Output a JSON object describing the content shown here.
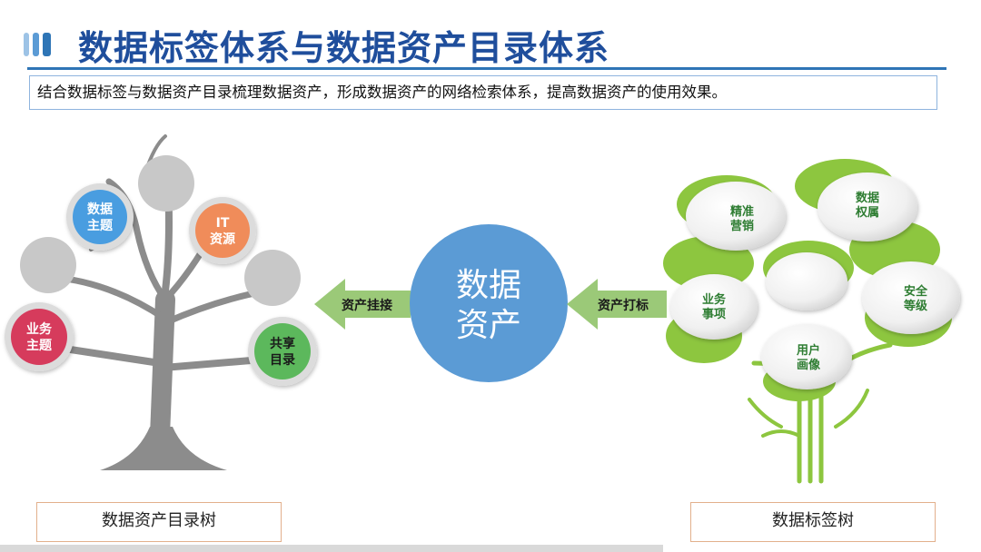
{
  "page": {
    "title": "数据标签体系与数据资产目录体系",
    "subtitle": "结合数据标签与数据资产目录梳理数据资产，形成数据资产的网络检索体系，提高数据资产的使用效果。"
  },
  "center": {
    "line1": "数据",
    "line2": "资产"
  },
  "arrows": {
    "left_label": "资产挂接",
    "right_label": "资产打标"
  },
  "catalog_tree": {
    "caption": "数据资产目录树",
    "nodes": [
      {
        "line1": "数据",
        "line2": "主题",
        "color": "#4a9de0"
      },
      {
        "line1": "IT",
        "line2": "资源",
        "color": "#f08c5a"
      },
      {
        "line1": "业务",
        "line2": "主题",
        "color": "#d63a5c"
      },
      {
        "line1": "共享",
        "line2": "目录",
        "color": "#5cb85c"
      }
    ]
  },
  "tag_tree": {
    "caption": "数据标签树",
    "bubbles": [
      {
        "line1": "精准",
        "line2": "营销"
      },
      {
        "line1": "数据",
        "line2": "权属"
      },
      {
        "line1": "业务",
        "line2": "事项"
      },
      {
        "line1": "安全",
        "line2": "等级"
      },
      {
        "line1": "用户",
        "line2": "画像"
      }
    ]
  },
  "colors": {
    "title": "#1f4e9c",
    "center_circle": "#5b9bd5",
    "arrow": "#9bc978",
    "tree_trunk": "#8c8c8c",
    "leaf_green": "#8dc63f",
    "empty_node": "#c8c8c8"
  }
}
